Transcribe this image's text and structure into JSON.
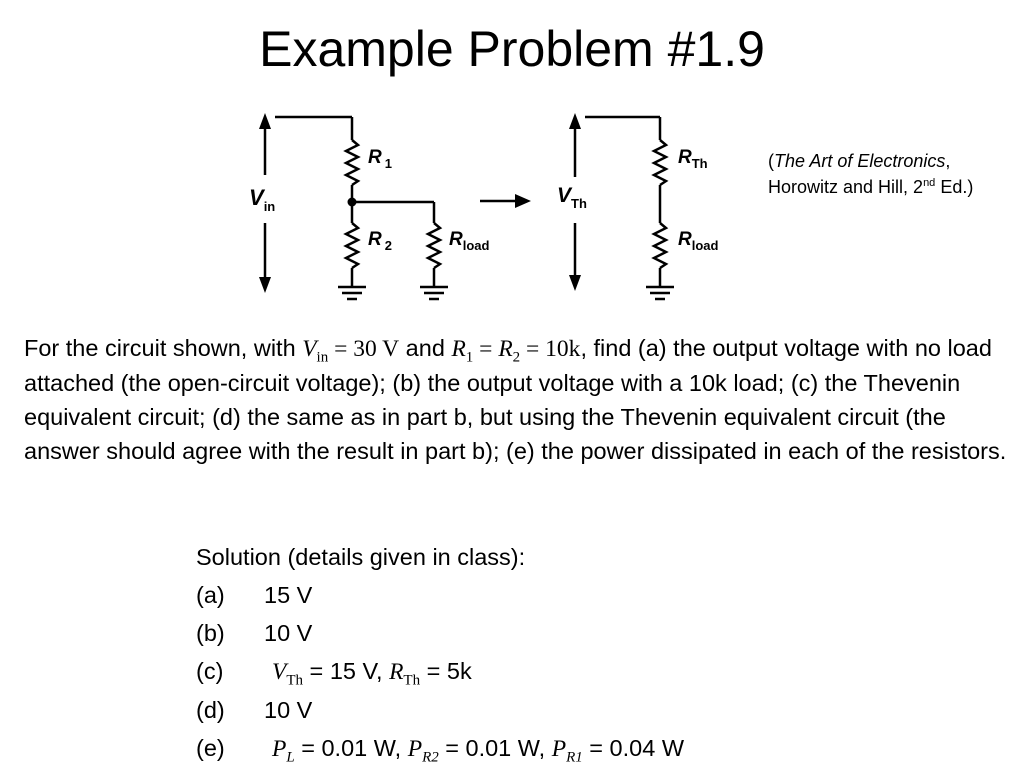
{
  "title": "Example Problem #1.9",
  "citation": {
    "open": "(",
    "book": "The Art of Electronics",
    "rest": ", Horowitz and Hill, 2",
    "sup": "nd",
    "end": " Ed.)"
  },
  "figure": {
    "left_labels": {
      "vin": "V",
      "vin_sub": "in",
      "r1": "R",
      "r1_sub": "1",
      "r2": "R",
      "r2_sub": "2",
      "rload": "R",
      "rload_sub": "load"
    },
    "right_labels": {
      "vth": "V",
      "vth_sub": "Th",
      "rth": "R",
      "rth_sub": "Th",
      "rload": "R",
      "rload_sub": "load"
    }
  },
  "problem": {
    "t1": "For the circuit shown, with ",
    "m1_var": "V",
    "m1_sub": "in",
    "m1_rest": " = 30 V",
    "t2": " and ",
    "m2_r1": "R",
    "m2_r1_sub": "1",
    "m2_eq": " = ",
    "m2_r2": "R",
    "m2_r2_sub": "2",
    "m2_rest": " = 10k",
    "t3": ", find (a) the output voltage with no load attached (the open-circuit voltage); (b) the output voltage with a 10k load; (c) the Thevenin equivalent circuit; (d) the same as in part b, but using the Thevenin equivalent circuit (the answer should agree with the result in part b); (e) the power dissipated in each of the resistors."
  },
  "solution": {
    "heading": "Solution (details given in class):",
    "a_label": "(a)",
    "a_value": "15 V",
    "b_label": "(b)",
    "b_value": "10 V",
    "c_label": "(c)",
    "c_v": "V",
    "c_v_sub": "Th",
    "c_v_rest": " = 15 V, ",
    "c_r": "R",
    "c_r_sub": "Th",
    "c_r_rest": " = 5k",
    "d_label": "(d)",
    "d_value": "10 V",
    "e_label": "(e)",
    "e_p1": "P",
    "e_p1_sub": "L",
    "e_p1_rest": " = 0.01 W, ",
    "e_p2": "P",
    "e_p2_sub": "R2",
    "e_p2_rest": " = 0.01 W, ",
    "e_p3": "P",
    "e_p3_sub": "R1",
    "e_p3_rest": " = 0.04 W"
  }
}
